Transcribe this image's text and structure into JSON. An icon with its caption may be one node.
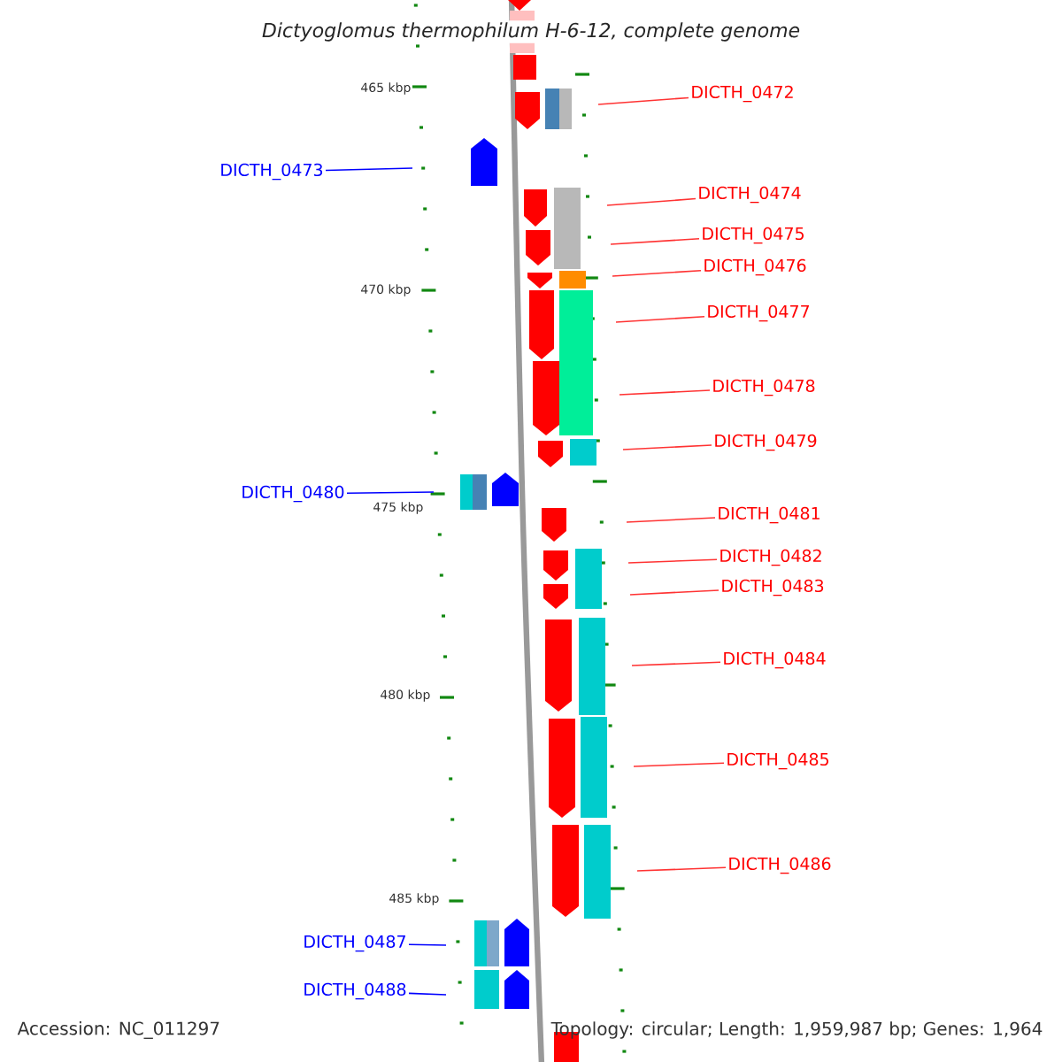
{
  "diagram": {
    "title": "Dictyoglomus thermophilum H-6-12, complete genome",
    "nodes": [
      {
        "text": [
          "DICTH_0472"
        ]
      },
      {
        "text": [
          "DICTH_0473"
        ]
      },
      {
        "text": [
          "DICTH_0474"
        ]
      },
      {
        "text": [
          "DICTH_0475"
        ]
      },
      {
        "text": [
          "DICTH_0476"
        ]
      },
      {
        "text": [
          "DICTH_0477"
        ]
      },
      {
        "text": [
          "DICTH_0478"
        ]
      },
      {
        "text": [
          "DICTH_0479"
        ]
      },
      {
        "text": [
          "DICTH_0480"
        ]
      },
      {
        "text": [
          "DICTH_0481"
        ]
      },
      {
        "text": [
          "DICTH_0482"
        ]
      },
      {
        "text": [
          "DICTH_0483"
        ]
      },
      {
        "text": [
          "DICTH_0484"
        ]
      },
      {
        "text": [
          "DICTH_0485"
        ]
      },
      {
        "text": [
          "DICTH_0486"
        ]
      },
      {
        "text": [
          "DICTH_0487"
        ]
      },
      {
        "text": [
          "DICTH_0488"
        ]
      }
    ],
    "edges": [
      {
        "from": 0,
        "to": null,
        "arrow": "none"
      },
      {
        "from": 1,
        "to": null,
        "arrow": "none",
        "color": "#0000ff"
      },
      {
        "from": 2,
        "to": null,
        "arrow": "none"
      },
      {
        "from": 3,
        "to": null,
        "arrow": "none"
      },
      {
        "from": 4,
        "to": null,
        "arrow": "none"
      },
      {
        "from": 5,
        "to": null,
        "arrow": "none"
      },
      {
        "from": 6,
        "to": null,
        "arrow": "none"
      },
      {
        "from": 7,
        "to": null,
        "arrow": "none"
      },
      {
        "from": 8,
        "to": null,
        "arrow": "none",
        "color": "#0000ff"
      },
      {
        "from": 9,
        "to": null,
        "arrow": "none"
      },
      {
        "from": 10,
        "to": null,
        "arrow": "none"
      },
      {
        "from": 11,
        "to": null,
        "arrow": "none"
      },
      {
        "from": 12,
        "to": null,
        "arrow": "none"
      },
      {
        "from": 13,
        "to": null,
        "arrow": "none"
      },
      {
        "from": 14,
        "to": null,
        "arrow": "none"
      },
      {
        "from": 15,
        "to": null,
        "arrow": "none",
        "color": "#0000ff"
      },
      {
        "from": 16,
        "to": null,
        "arrow": "none",
        "color": "#0000ff"
      }
    ],
    "labels": [
      "465 kbp",
      "470 kbp",
      "475 kbp",
      "480 kbp",
      "485 kbp",
      "Accession: NC_011297",
      "Topology: circular; Length: 1,959,987 bp; Genes: 1,964"
    ]
  }
}
